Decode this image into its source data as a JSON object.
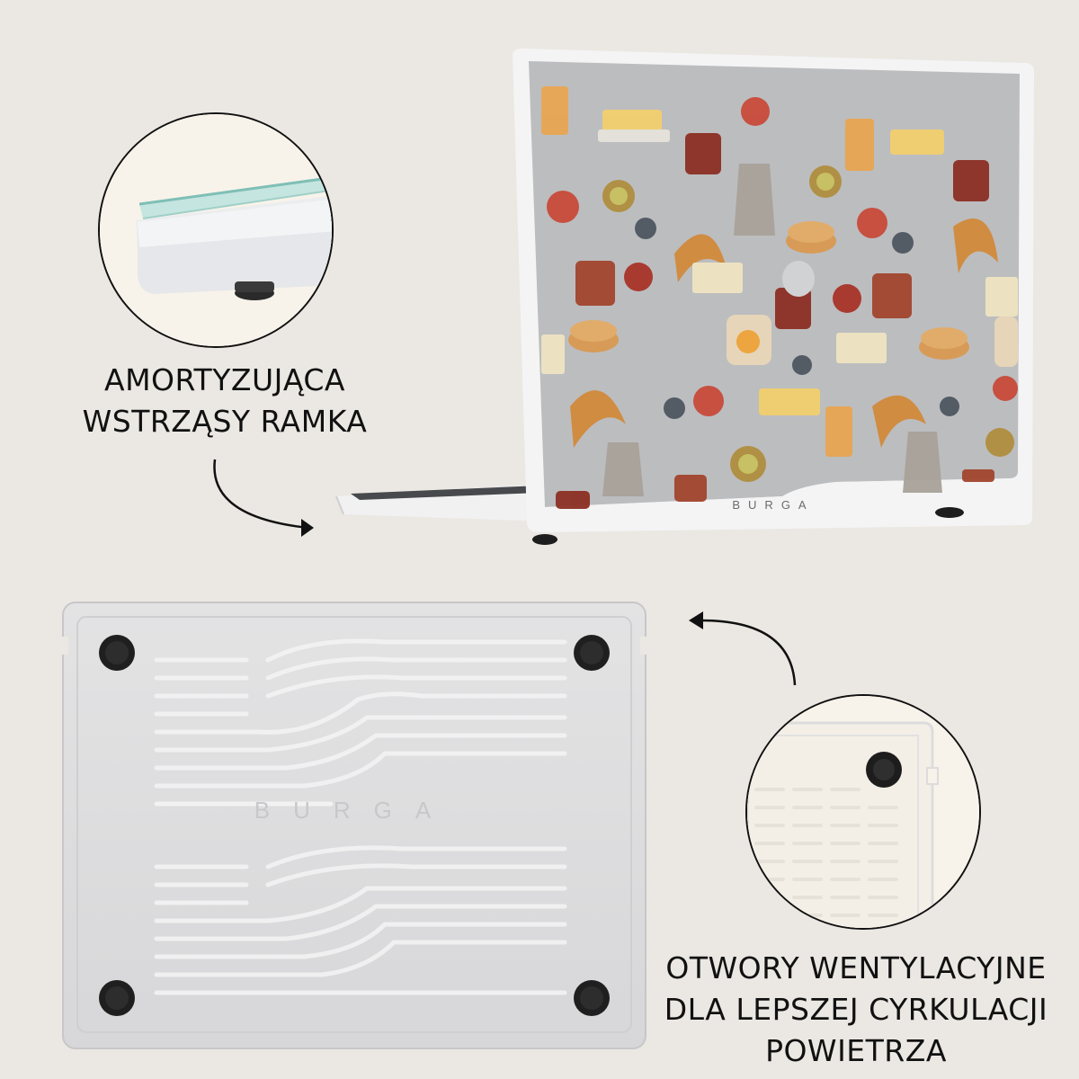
{
  "feature_top": {
    "line1": "AMORTYZUJĄCA",
    "line2": "WSTRZĄSY RAMKA"
  },
  "feature_bottom": {
    "line1": "OTWORY WENTYLACYJNE",
    "line2": "DLA LEPSZEJ CYRKULACJI",
    "line3": "POWIETRZA"
  },
  "brand": {
    "name": "BURGA"
  },
  "colors": {
    "background": "#ebe8e3",
    "circle_fill": "#f8f3ea",
    "case_frame": "#f2f2f2",
    "lid_pattern": "#bcbdbf",
    "bottom_case": "#dcdcdc",
    "text": "#111111"
  }
}
